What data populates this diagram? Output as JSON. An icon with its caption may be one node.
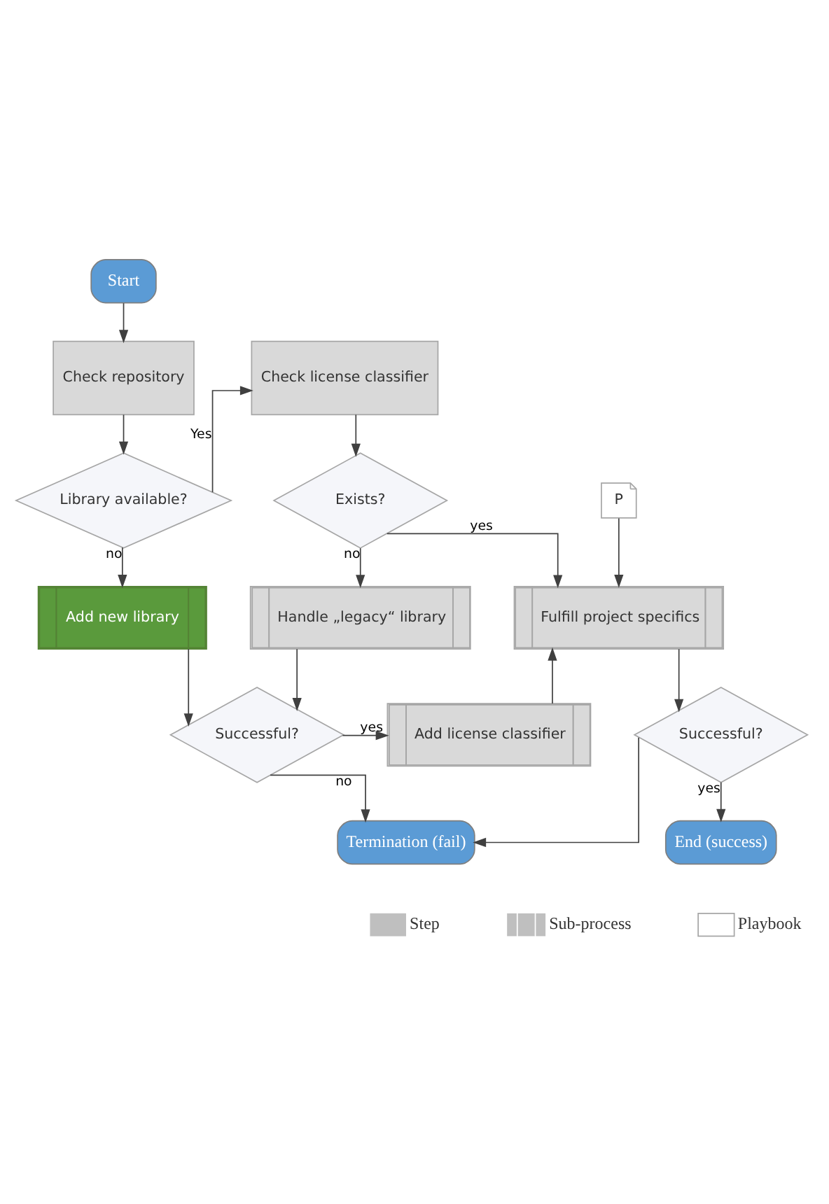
{
  "diagram": {
    "nodes": [
      {
        "text": [
          "Start"
        ]
      },
      {
        "text": [
          "Check repository"
        ]
      },
      {
        "text": [
          "Library available?"
        ]
      },
      {
        "text": [
          "Check license classifier"
        ]
      },
      {
        "text": [
          "Exists?"
        ]
      },
      {
        "text": [
          "P"
        ]
      },
      {
        "text": [
          "Add new library"
        ]
      },
      {
        "text": [
          "Handle „legacy“ library"
        ]
      },
      {
        "text": [
          "Fulfill project specifics"
        ]
      },
      {
        "text": [
          "Successful?"
        ]
      },
      {
        "text": [
          "Add license classifier"
        ]
      },
      {
        "text": [
          "Successful?"
        ]
      },
      {
        "text": [
          "Termination (fail)"
        ]
      },
      {
        "text": [
          "End (success)"
        ]
      }
    ],
    "edges": [
      {
        "from": 0,
        "to": 1,
        "arrow": "to"
      },
      {
        "from": 1,
        "to": 2,
        "arrow": "to"
      },
      {
        "from": 2,
        "to": 3,
        "arrow": "to",
        "label": "Yes"
      },
      {
        "from": 2,
        "to": 6,
        "arrow": "to",
        "label": "no"
      },
      {
        "from": 3,
        "to": 4,
        "arrow": "to"
      },
      {
        "from": 4,
        "to": 7,
        "arrow": "to",
        "label": "no"
      },
      {
        "from": 4,
        "to": 8,
        "arrow": "to",
        "label": "yes"
      },
      {
        "from": 5,
        "to": 8,
        "arrow": "to"
      },
      {
        "from": 6,
        "to": 9,
        "arrow": "to"
      },
      {
        "from": 7,
        "to": 9,
        "arrow": "to"
      },
      {
        "from": 9,
        "to": 10,
        "arrow": "to",
        "label": "yes"
      },
      {
        "from": 9,
        "to": 12,
        "arrow": "to",
        "label": "no"
      },
      {
        "from": 10,
        "to": 8,
        "arrow": "to"
      },
      {
        "from": 8,
        "to": 11,
        "arrow": "to"
      },
      {
        "from": 11,
        "to": 13,
        "arrow": "to",
        "label": "yes"
      },
      {
        "from": 11,
        "to": 12,
        "arrow": "to"
      }
    ],
    "legend": [
      {
        "text": "Step"
      },
      {
        "text": "Sub-process"
      },
      {
        "text": "Playbook"
      }
    ]
  }
}
